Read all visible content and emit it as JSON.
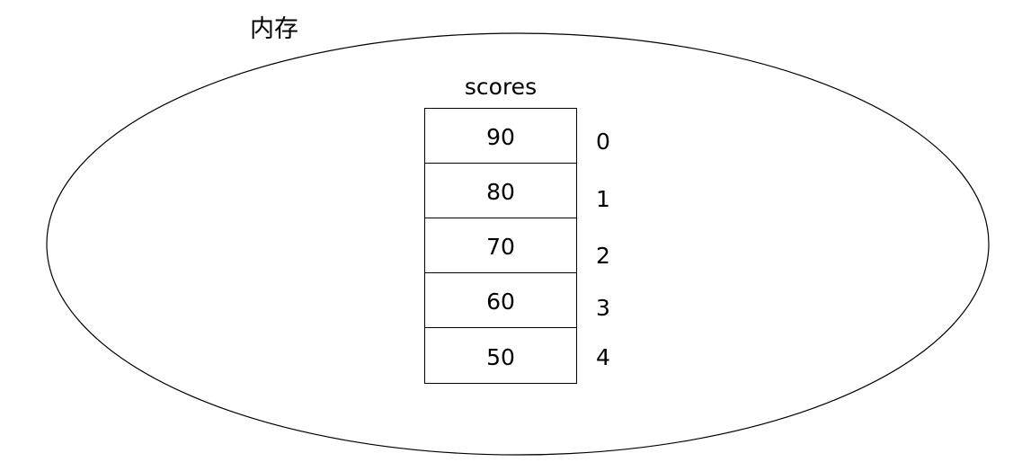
{
  "diagram": {
    "container_label": "内存",
    "container_shape": "ellipse",
    "stroke_color": "#000000",
    "background_color": "#ffffff",
    "text_color": "#000000"
  },
  "array": {
    "name": "scores",
    "cells": [
      {
        "value": "90",
        "index": "0"
      },
      {
        "value": "80",
        "index": "1"
      },
      {
        "value": "70",
        "index": "2"
      },
      {
        "value": "60",
        "index": "3"
      },
      {
        "value": "50",
        "index": "4"
      }
    ]
  }
}
